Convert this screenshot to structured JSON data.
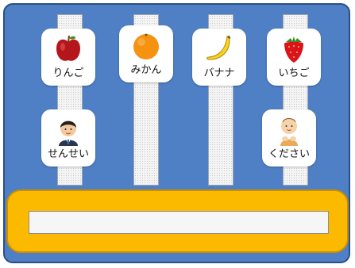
{
  "cards": {
    "ringo": {
      "label": "りんご",
      "icon": "apple-icon"
    },
    "mikan": {
      "label": "みかん",
      "icon": "orange-icon"
    },
    "banana": {
      "label": "バナナ",
      "icon": "banana-icon"
    },
    "ichigo": {
      "label": "いちご",
      "icon": "strawberry-icon"
    },
    "sensei": {
      "label": "せんせい",
      "icon": "teacher-icon"
    },
    "kudasai": {
      "label": "ください",
      "icon": "please-bowing-icon"
    }
  },
  "sentence_strip": {
    "value": ""
  },
  "colors": {
    "board": "#4f7fc4",
    "tray": "#fbb900",
    "slot": "#f4f4f4",
    "card": "#ffffff"
  }
}
